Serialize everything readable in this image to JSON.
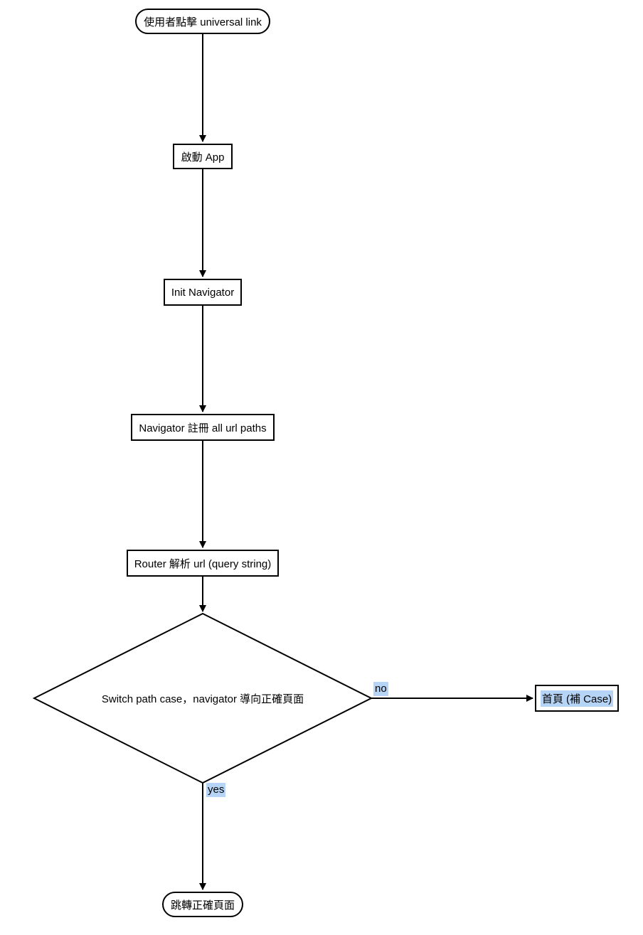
{
  "diagram": {
    "type": "flowchart",
    "background_color": "#ffffff",
    "line_color": "#000000",
    "node_fill_color": "#ffffff",
    "node_border_color": "#000000",
    "text_color": "#000000",
    "edge_label_highlight_color": "#b6d4f5",
    "nodes": {
      "start": {
        "shape": "stadium",
        "label": "使用者點擊 universal link"
      },
      "launch_app": {
        "shape": "rectangle",
        "label": "啟動 App"
      },
      "init_navigator": {
        "shape": "rectangle",
        "label": "Init Navigator"
      },
      "register_paths": {
        "shape": "rectangle",
        "label": "Navigator 註冊 all url paths"
      },
      "parse_url": {
        "shape": "rectangle",
        "label": "Router 解析 url (query string)"
      },
      "switch_case": {
        "shape": "diamond",
        "label": "Switch path case，navigator 導向正確頁面"
      },
      "home_fallback": {
        "shape": "rectangle",
        "label": "首頁 (補 Case)",
        "label_highlighted": true
      },
      "end": {
        "shape": "stadium",
        "label": "跳轉正確頁面"
      }
    },
    "edges": [
      {
        "from": "start",
        "to": "launch_app",
        "label": ""
      },
      {
        "from": "launch_app",
        "to": "init_navigator",
        "label": ""
      },
      {
        "from": "init_navigator",
        "to": "register_paths",
        "label": ""
      },
      {
        "from": "register_paths",
        "to": "parse_url",
        "label": ""
      },
      {
        "from": "parse_url",
        "to": "switch_case",
        "label": ""
      },
      {
        "from": "switch_case",
        "to": "home_fallback",
        "label": "no"
      },
      {
        "from": "switch_case",
        "to": "end",
        "label": "yes"
      }
    ],
    "edge_labels": {
      "no": "no",
      "yes": "yes"
    }
  }
}
